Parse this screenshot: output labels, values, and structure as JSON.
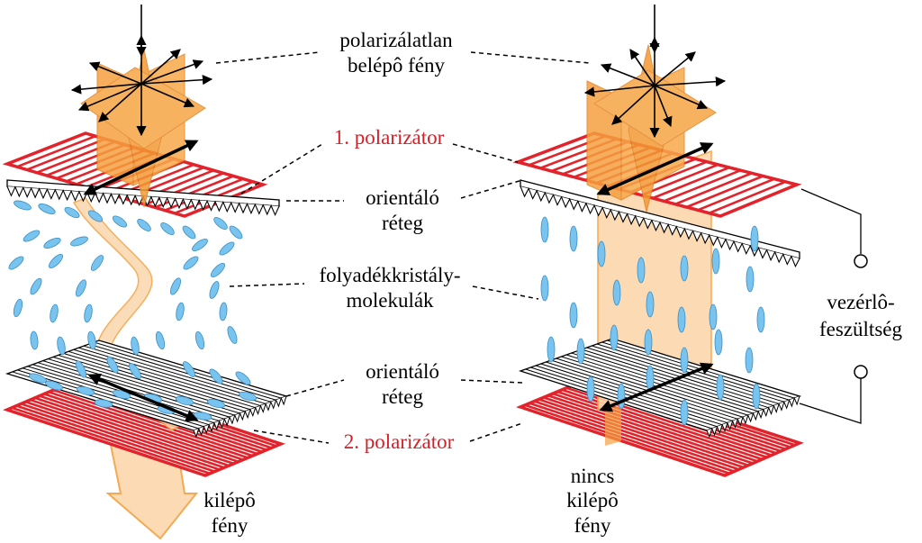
{
  "labels": {
    "unpolarized_line1": "polarizálatlan",
    "unpolarized_line2": "belépô fény",
    "polarizer1": "1. polarizátor",
    "alignment_top_line1": "orientáló",
    "alignment_top_line2": "réteg",
    "lc_line1": "folyadékkristály-",
    "lc_line2": "molekulák",
    "alignment_bottom_line1": "orientáló",
    "alignment_bottom_line2": "réteg",
    "polarizer2": "2. polarizátor",
    "exit_light_line1": "kilépô",
    "exit_light_line2": "fény",
    "no_exit_line1": "nincs",
    "no_exit_line2": "kilépô",
    "no_exit_line3": "fény",
    "voltage_line1": "vezérlô-",
    "voltage_line2": "feszültség"
  },
  "colors": {
    "polarizer_red": "#e3232b",
    "light_orange": "#f5a040",
    "light_beam": "#fbd7ac",
    "molecule_blue": "#79c3ef",
    "label_red": "#d61f26"
  }
}
